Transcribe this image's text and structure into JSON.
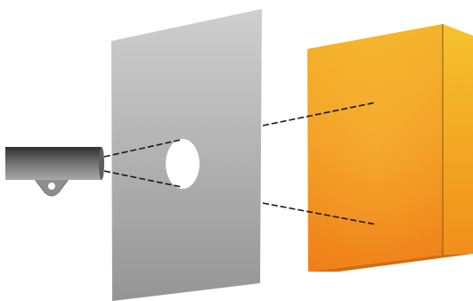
{
  "diagram": {
    "description_visible_text": "",
    "elements": {
      "source": {
        "kind": "cylinder-emitter",
        "icon": "projector-icon"
      },
      "screen": {
        "kind": "flat-panel-with-aperture"
      },
      "aperture": {
        "kind": "elliptical-hole"
      },
      "target": {
        "kind": "box",
        "icon": "box-icon"
      },
      "beams": {
        "count": 4,
        "style": "dashed"
      }
    },
    "colors": {
      "background": "#ffffff",
      "screen_fill_top": "#c9c9c9",
      "screen_fill_bottom": "#9a9a9a",
      "source_dark": "#3a3a3a",
      "source_light": "#9e9e9e",
      "box_top": "#f7c531",
      "box_bottom": "#ef7a12",
      "box_side": "#f4a623",
      "beam": "#1a1a1a"
    }
  }
}
